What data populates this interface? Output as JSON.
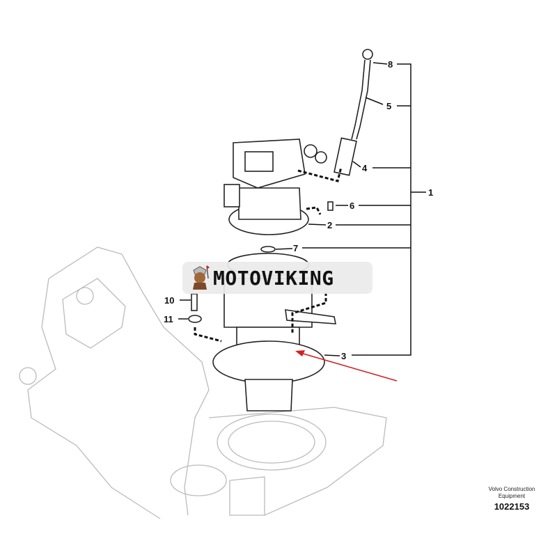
{
  "diagram": {
    "callouts": {
      "c1": "1",
      "c2": "2",
      "c3": "3",
      "c4": "4",
      "c5": "5",
      "c6": "6",
      "c7": "7",
      "c8": "8",
      "c10": "10",
      "c11": "11"
    },
    "arrow_color": "#d42020"
  },
  "watermark": {
    "text": "MOTOVIKING"
  },
  "footer": {
    "credit": "Volvo Construction Equipment",
    "doc_number": "1022153"
  }
}
